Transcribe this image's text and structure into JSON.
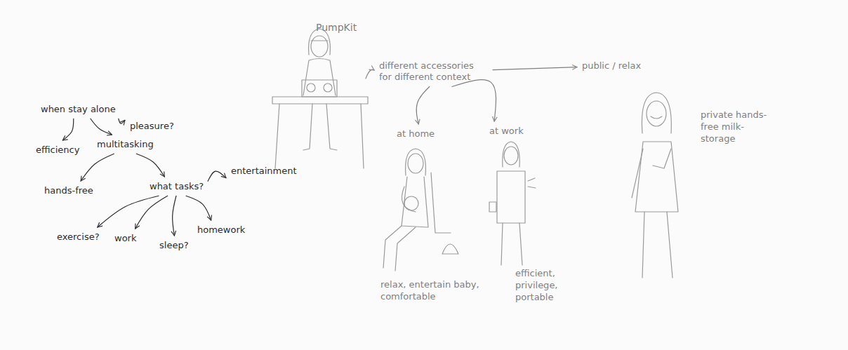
{
  "diagram": {
    "nodes": [
      {
        "text": [
          "when stay alone"
        ]
      },
      {
        "text": [
          "efficiency"
        ]
      },
      {
        "text": [
          "multitasking"
        ]
      },
      {
        "text": [
          "pleasure?"
        ]
      },
      {
        "text": [
          "hands-free"
        ]
      },
      {
        "text": [
          "what tasks?"
        ]
      },
      {
        "text": [
          "exercise?"
        ]
      },
      {
        "text": [
          "work"
        ]
      },
      {
        "text": [
          "sleep?"
        ]
      },
      {
        "text": [
          "homework"
        ]
      },
      {
        "text": [
          "entertainment"
        ]
      },
      {
        "text": [
          "different accessories for different context"
        ]
      },
      {
        "text": [
          "at home"
        ]
      },
      {
        "text": [
          "at work"
        ]
      },
      {
        "text": [
          "public / relax"
        ]
      }
    ],
    "edges": [
      {
        "from": 0,
        "to": 1,
        "arrow": "to"
      },
      {
        "from": 0,
        "to": 2,
        "arrow": "to"
      },
      {
        "from": 0,
        "to": 3,
        "arrow": "to"
      },
      {
        "from": 2,
        "to": 4,
        "arrow": "to"
      },
      {
        "from": 2,
        "to": 5,
        "arrow": "to"
      },
      {
        "from": 5,
        "to": 6,
        "arrow": "to"
      },
      {
        "from": 5,
        "to": 7,
        "arrow": "to"
      },
      {
        "from": 5,
        "to": 8,
        "arrow": "to"
      },
      {
        "from": 5,
        "to": 9,
        "arrow": "to"
      },
      {
        "from": 5,
        "to": 10,
        "arrow": "to"
      },
      {
        "from": 11,
        "to": 12,
        "arrow": "to"
      },
      {
        "from": 11,
        "to": 13,
        "arrow": "to"
      },
      {
        "from": 11,
        "to": 14,
        "arrow": "to"
      }
    ],
    "labels": [
      "PumpKit",
      "relax, entertain baby, comfortable",
      "efficient, privilege, portable",
      "private hands-free milk-storage"
    ]
  }
}
